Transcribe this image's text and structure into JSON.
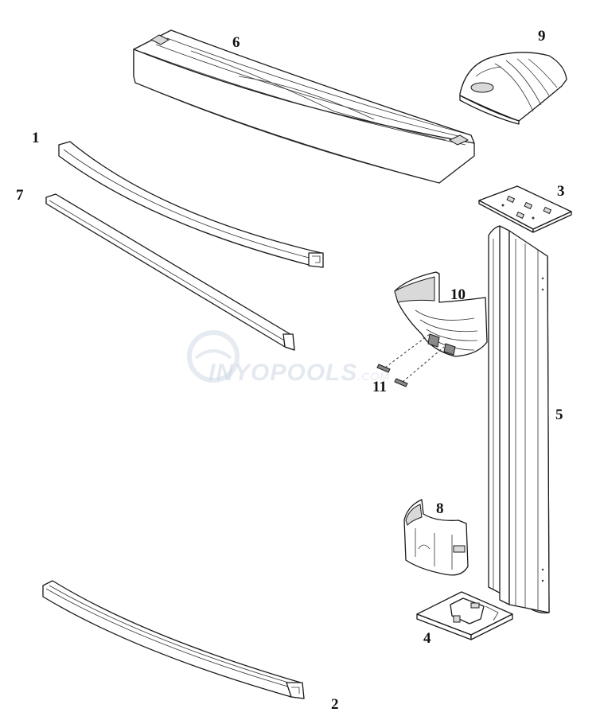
{
  "callouts": [
    {
      "id": "1",
      "label": "1"
    },
    {
      "id": "2",
      "label": "2"
    },
    {
      "id": "3",
      "label": "3"
    },
    {
      "id": "4",
      "label": "4"
    },
    {
      "id": "5",
      "label": "5"
    },
    {
      "id": "6",
      "label": "6"
    },
    {
      "id": "7",
      "label": "7"
    },
    {
      "id": "8",
      "label": "8"
    },
    {
      "id": "9",
      "label": "9"
    },
    {
      "id": "10",
      "label": "10"
    },
    {
      "id": "11",
      "label": "11"
    }
  ],
  "watermark": {
    "brand": "INYOPOOLS",
    "suffix": ".COM"
  },
  "colors": {
    "line": "#1a1a1a",
    "shade": "#d9d9d9",
    "watermark": "#cfd8e4"
  }
}
